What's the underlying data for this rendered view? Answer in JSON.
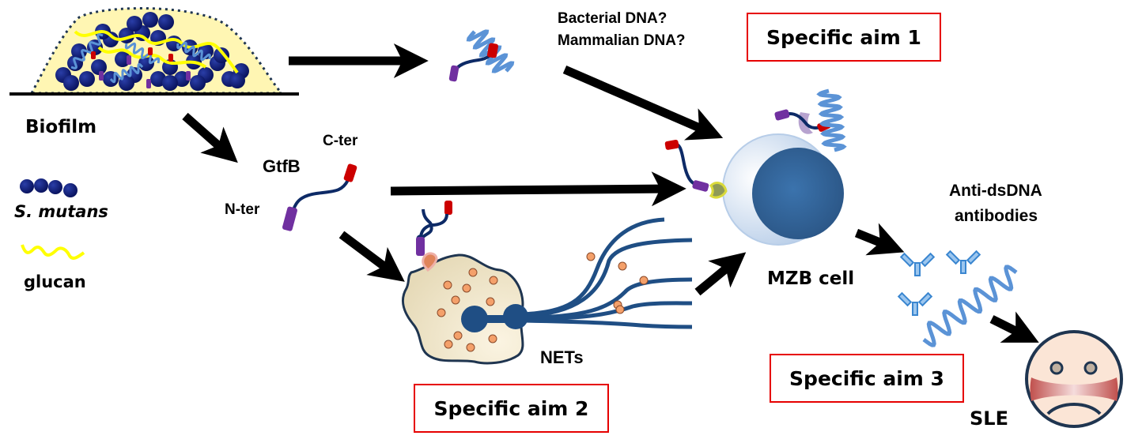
{
  "title": "S. mutans GtfB biofilm to SLE pathway diagram",
  "labels": {
    "biofilm": "Biofilm",
    "s_mutans": "S. mutans",
    "glucan": "glucan",
    "gtfb": "GtfB",
    "c_ter": "C-ter",
    "n_ter": "N-ter",
    "dna_question_1": "Bacterial DNA?",
    "dna_question_2": "Mammalian DNA?",
    "mzb_cell": "MZB cell",
    "nets": "NETs",
    "anti_dsdna_1": "Anti-dsDNA",
    "anti_dsdna_2": "antibodies",
    "sle": "SLE"
  },
  "aims": [
    {
      "label": "Specific aim 1"
    },
    {
      "label": "Specific aim 2"
    },
    {
      "label": "Specific aim 3"
    }
  ],
  "colors": {
    "aim_border": "#e60000",
    "bacteria": "#0d1a6e",
    "glucan": "#ffff00",
    "biofilm_fill": "#fff6b3",
    "dna": "#5b93d6",
    "protein_linker": "#0d2a66",
    "c_terminus": "#cc0000",
    "n_terminus": "#7030a0",
    "cell_outer": "#c8d9ee",
    "cell_nucleus": "#2e5f94",
    "neutrophil_fill": "#efe5c8",
    "net_strands": "#1f4e84",
    "granules": "#f4a06a",
    "face_fill": "#fbe5d6",
    "face_stroke": "#1f3550"
  }
}
